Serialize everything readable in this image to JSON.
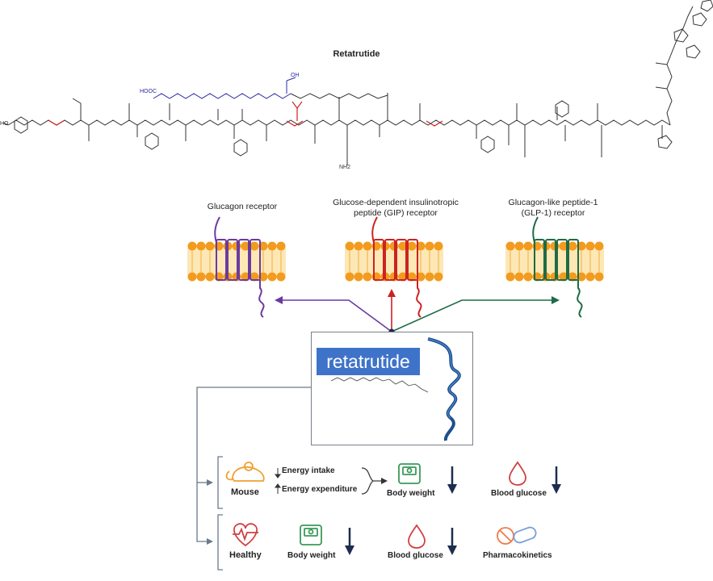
{
  "title": "Retatrutide",
  "receptors": [
    {
      "label_line1": "Glucagon receptor",
      "label_line2": "",
      "color": "#6b3aa0"
    },
    {
      "label_line1": "Glucose-dependent insulinotropic",
      "label_line2": "peptide (GIP) receptor",
      "color": "#cc2222"
    },
    {
      "label_line1": "Glucagon-like peptide-1",
      "label_line2": "(GLP-1) receptor",
      "color": "#1e6b45"
    }
  ],
  "drug_label": "retatrutide",
  "structure_labels": {
    "acid_top": "HOOC",
    "oh_top": "OH",
    "nh2": "NH2",
    "ho_left": "HO"
  },
  "mouse": {
    "label": "Mouse",
    "energy_intake": "Energy intake",
    "energy_expenditure": "Energy expenditure",
    "body_weight": "Body weight",
    "blood_glucose": "Blood glucose"
  },
  "healthy": {
    "label": "Healthy",
    "body_weight": "Body weight",
    "blood_glucose": "Blood glucose",
    "pharmacokinetics": "Pharmacokinetics"
  },
  "colors": {
    "membrane": "#f0a020",
    "arrow_navy": "#1d2d4f",
    "drug_blue": "#3f73c9",
    "mouse_orange": "#f0a030",
    "green": "#3a9a5a",
    "red": "#d04040"
  }
}
